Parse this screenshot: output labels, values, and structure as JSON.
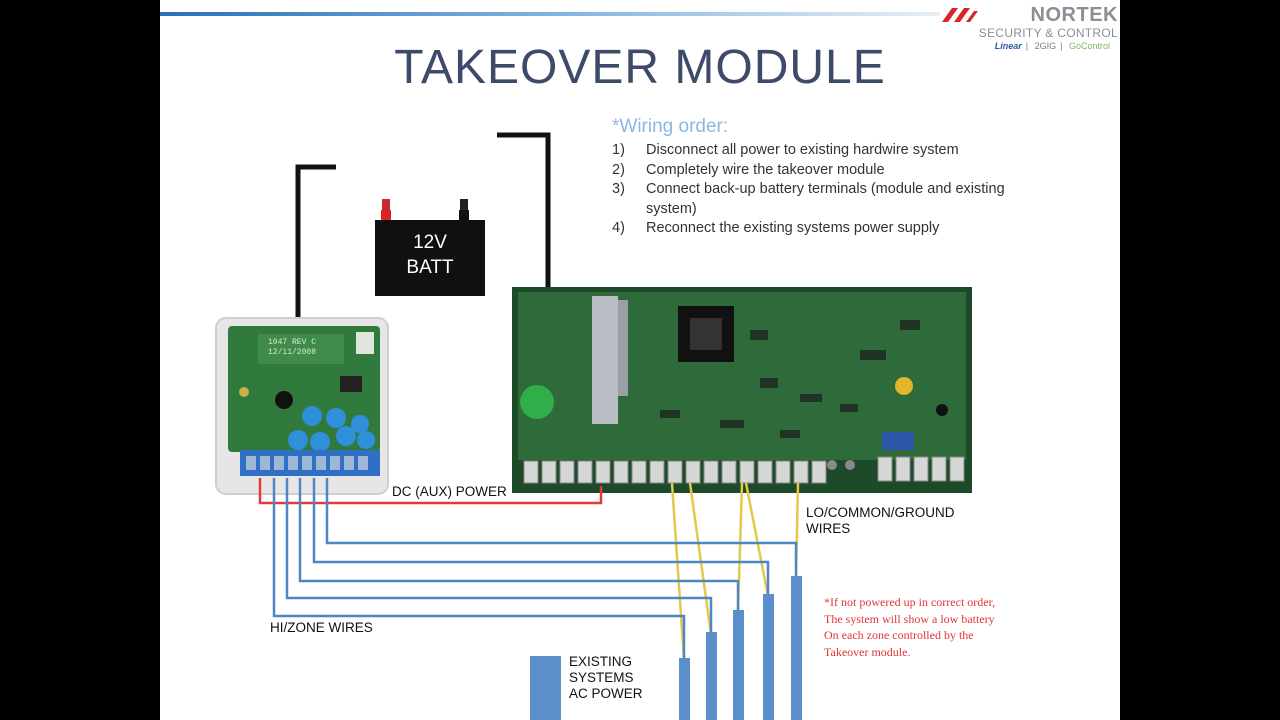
{
  "slide": {
    "title": "TAKEOVER MODULE"
  },
  "logo": {
    "brand": "NORTEK",
    "tagline": "SECURITY & CONTROL",
    "sub_brands": [
      "Linear",
      "2GIG",
      "GoControl"
    ]
  },
  "wiring": {
    "heading": "*Wiring order:",
    "steps": [
      {
        "num": "1)",
        "text": "Disconnect all power to existing hardwire system"
      },
      {
        "num": "2)",
        "text": "Completely wire the takeover module"
      },
      {
        "num": "3)",
        "text": "Connect back-up battery terminals (module and existing system)"
      },
      {
        "num": "4)",
        "text": "Reconnect the existing systems power supply"
      }
    ]
  },
  "battery": {
    "line1": "12V",
    "line2": "BATT"
  },
  "module": {
    "silk_line1": "1047 REV C",
    "silk_line2": "12/11/2008"
  },
  "labels": {
    "dc_power": "DC (AUX) POWER",
    "lo_common": "LO/COMMON/GROUND WIRES",
    "hi_zone": "HI/ZONE WIRES",
    "ac_power": "EXISTING SYSTEMS AC POWER"
  },
  "note": {
    "lines": [
      "*If not powered up in correct order,",
      "The system will show a low battery",
      "On each zone controlled by the",
      "Takeover module."
    ]
  },
  "colors": {
    "title": "#3d4a6a",
    "heading": "#8fb6e3",
    "note": "#e03636",
    "zone_wire": "#4f86c6",
    "common_wire": "#e4c84a",
    "power_wire": "#e23a3a",
    "board": "#2f6b3a"
  }
}
